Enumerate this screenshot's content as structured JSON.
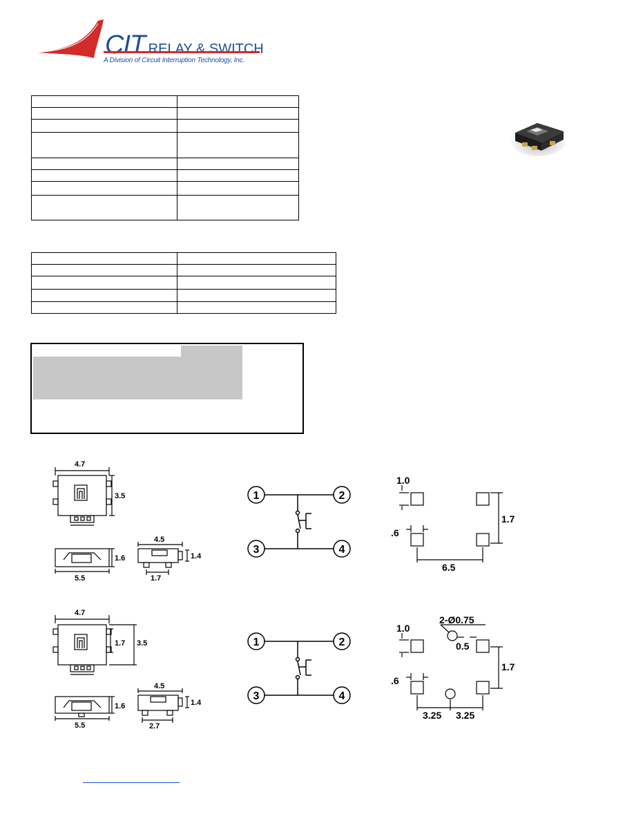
{
  "header": {
    "brand_main": "CIT",
    "brand_rest": "RELAY & SWITCH",
    "subtitle": "A Division of Circuit Interruption Technology, Inc."
  },
  "drawing1": {
    "dims": {
      "top_width": "4.7",
      "height": "3.5",
      "side_width": "5.5",
      "side_height": "1.6",
      "end_width": "4.5",
      "end_height": "1.4",
      "end_spacing": "1.7"
    },
    "schematic_pins": [
      "1",
      "2",
      "3",
      "4"
    ],
    "layout": {
      "pad": "1.0",
      "pitch_v": "1.7",
      "pad_w": ".6",
      "pitch_h": "6.5"
    }
  },
  "drawing2": {
    "dims": {
      "top_width": "4.7",
      "inner_height": "1.7",
      "height": "3.5",
      "side_width": "5.5",
      "side_height": "1.6",
      "end_width": "4.5",
      "end_height": "1.4",
      "end_spacing": "2.7"
    },
    "schematic_pins": [
      "1",
      "2",
      "3",
      "4"
    ],
    "layout": {
      "pad": "1.0",
      "holes": "2-Ø0.75",
      "hole_gap": "0.5",
      "pitch_v": "1.7",
      "pad_w": ".6",
      "pitch_left": "3.25",
      "pitch_right": "3.25"
    }
  },
  "colors": {
    "brand_blue": "#1f4e9a",
    "brand_red": "#d32a2a",
    "link_blue": "#1a4fd6",
    "order_grey": "#c7c7c7"
  }
}
